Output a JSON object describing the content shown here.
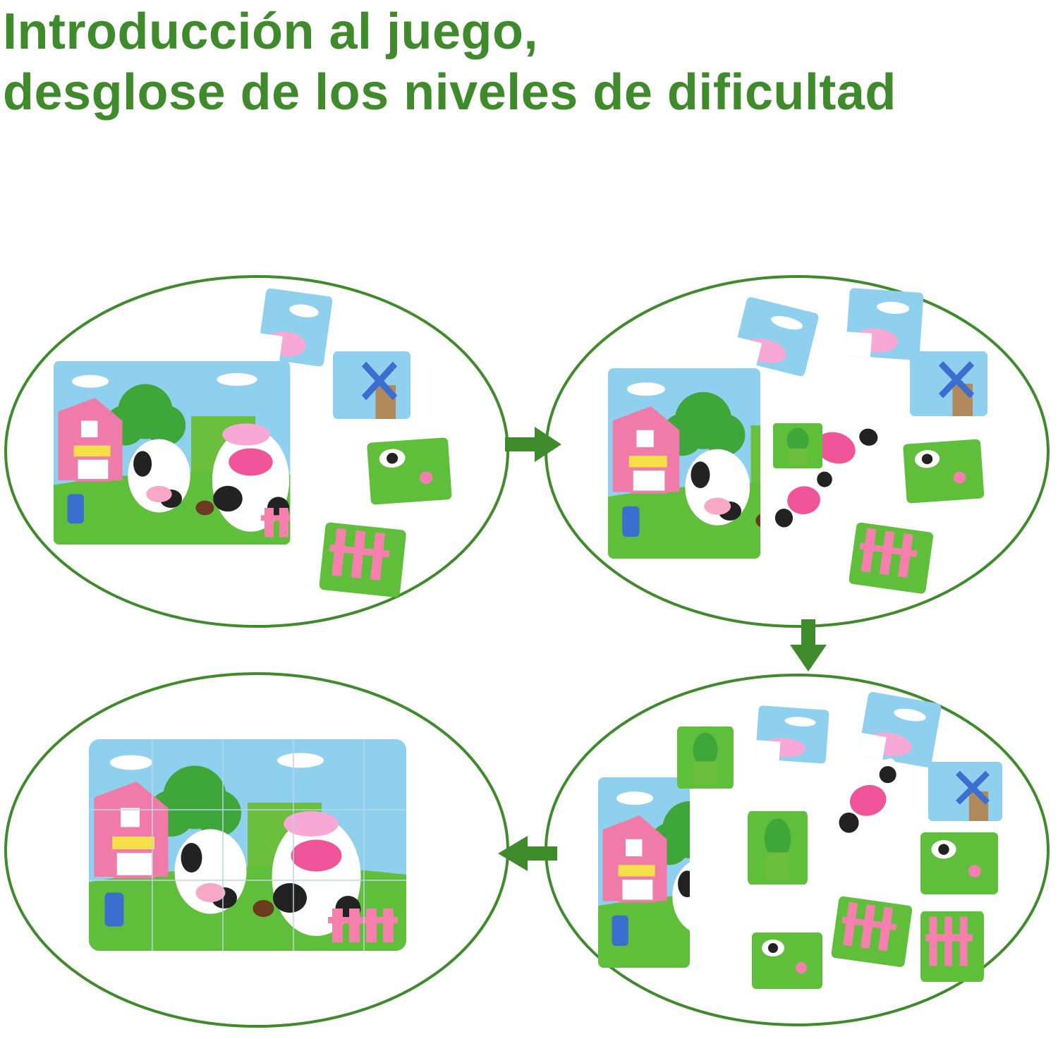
{
  "title": {
    "line1": "Introducción al juego,",
    "line2": "desglose de los niveles de dificultad"
  },
  "colors": {
    "accent_green": "#3f8a2a",
    "sky": "#8fd0ee",
    "grass": "#5fbf3a",
    "barn_pink": "#f07aa8",
    "cow_nose": "#f0559a"
  },
  "stages": [
    {
      "name": "stage-1",
      "loose_pieces": 4
    },
    {
      "name": "stage-2",
      "loose_pieces": 8
    },
    {
      "name": "stage-3",
      "loose_pieces": 12
    },
    {
      "name": "stage-4-complete",
      "loose_pieces": 0
    }
  ],
  "icons": [
    "arrow-right-icon",
    "arrow-down-icon",
    "arrow-left-icon"
  ]
}
